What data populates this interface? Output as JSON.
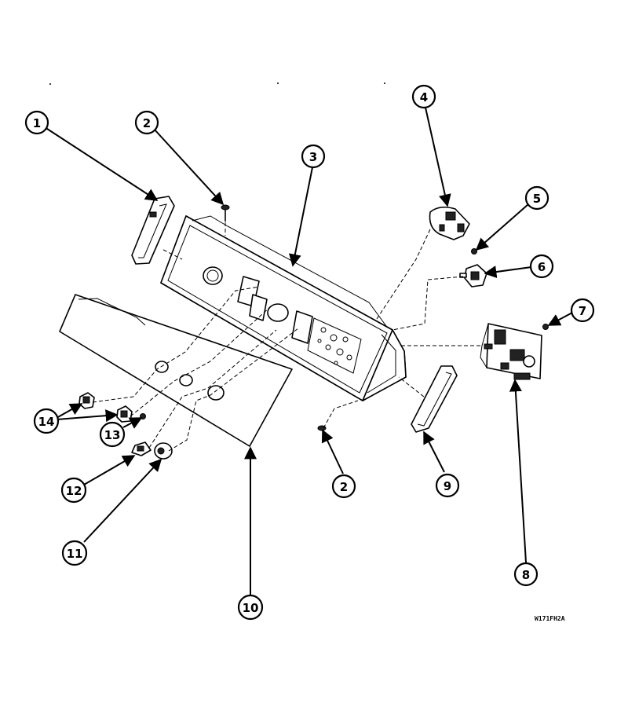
{
  "callouts": [
    {
      "id": "c1",
      "label": "1"
    },
    {
      "id": "c2a",
      "label": "2"
    },
    {
      "id": "c3",
      "label": "3"
    },
    {
      "id": "c4",
      "label": "4"
    },
    {
      "id": "c5",
      "label": "5"
    },
    {
      "id": "c6",
      "label": "6"
    },
    {
      "id": "c7",
      "label": "7"
    },
    {
      "id": "c8",
      "label": "8"
    },
    {
      "id": "c9",
      "label": "9"
    },
    {
      "id": "c2b",
      "label": "2"
    },
    {
      "id": "c10",
      "label": "10"
    },
    {
      "id": "c11",
      "label": "11"
    },
    {
      "id": "c12",
      "label": "12"
    },
    {
      "id": "c13",
      "label": "13"
    },
    {
      "id": "c14",
      "label": "14"
    }
  ],
  "drawing_code": "W171FH2A"
}
